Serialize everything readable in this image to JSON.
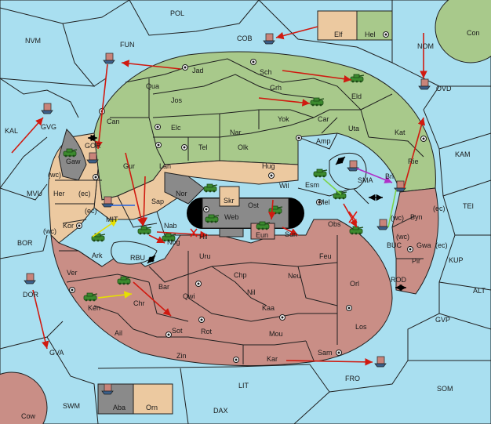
{
  "map": {
    "colors": {
      "sea": "#a9dff0",
      "green_power": "#a8c98b",
      "tan_power": "#ecc9a0",
      "red_power": "#c98e86",
      "gray_power": "#8a8a8a",
      "order_move": "#d01a10",
      "order_support": "#e6e000",
      "order_convoy": "#b030c8"
    },
    "labels": {
      "POL": "POL",
      "NVM": "NVM",
      "FUN": "FUN",
      "COB": "COB",
      "Elf": "Elf",
      "Hel": "Hel",
      "Con": "Con",
      "NOM": "NOM",
      "OVD": "OVD",
      "Jad": "Jad",
      "Sch": "Sch",
      "Qua": "Qua",
      "Jos": "Jos",
      "Grh": "Grh",
      "Eld": "Eld",
      "KAL": "KAL",
      "GVG": "GVG",
      "Can": "Can",
      "Yok": "Yok",
      "Car": "Car",
      "Uta": "Uta",
      "Kat": "Kat",
      "Elc": "Elc",
      "Nar": "Nar",
      "GOR": "GOR",
      "Tel": "Tel",
      "Olk": "Olk",
      "Amp": "Amp",
      "KAM": "KAM",
      "Gaw": "Gaw",
      "Gur": "Gur",
      "Lan": "Lan",
      "Hug": "Hug",
      "Rie": "Rie",
      "SMA": "SMA",
      "Esm": "Esm",
      "Bri": "Bri",
      "MVU": "MVU",
      "Her": "Her",
      "wc": "(wc)",
      "ec": "(ec)",
      "Nor": "Nor",
      "Skr": "Skr",
      "Wil": "Wil",
      "Sap": "Sap",
      "Ost": "Ost",
      "Mel": "Mel",
      "TEI": "TEI",
      "Web": "Web",
      "Kor": "Kor",
      "MIT": "MIT",
      "Byn": "Byn",
      "Nab": "Nab",
      "Eun": "Eun",
      "Obs": "Obs",
      "BOR": "BOR",
      "Hil": "Hil",
      "Sun": "Sun",
      "BUC": "BUC",
      "Gwa": "Gwa",
      "Nog": "Nog",
      "Ark": "Ark",
      "RBU": "RBU",
      "Uru": "Uru",
      "Feu": "Feu",
      "Pir": "Pir",
      "KUP": "KUP",
      "Ver": "Ver",
      "Chp": "Chp",
      "Neu": "Neu",
      "DOR": "DOR",
      "Bar": "Bar",
      "Orl": "Orl",
      "ROD": "ROD",
      "Nil": "Nil",
      "Qwi": "Qwi",
      "ALT": "ALT",
      "Ken": "Ken",
      "Chr": "Chr",
      "Kaa": "Kaa",
      "GVP": "GVP",
      "Sot": "Sot",
      "Rot": "Rot",
      "Ail": "Ail",
      "Mou": "Mou",
      "Los": "Los",
      "GVA": "GVA",
      "Zin": "Zin",
      "Sam": "Sam",
      "Kar": "Kar",
      "FRO": "FRO",
      "LIT": "LIT",
      "SOM": "SOM",
      "SWM": "SWM",
      "Aba": "Aba",
      "Orn": "Orn",
      "DAX": "DAX",
      "Cow": "Cow"
    }
  }
}
